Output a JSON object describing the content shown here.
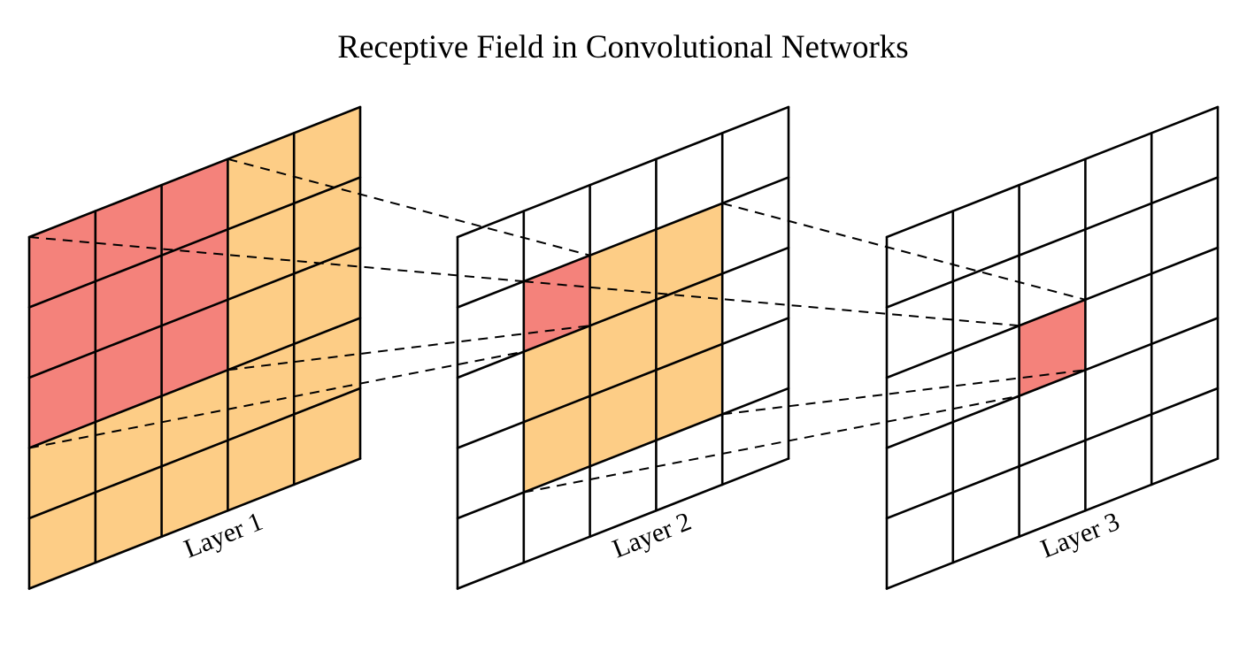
{
  "title": "Receptive Field in Convolutional Networks",
  "colors": {
    "receptive_highlight": "#f4827b",
    "field_fill": "#fdcd86",
    "empty_cell": "#ffffff",
    "line": "#000000"
  },
  "layers": [
    {
      "label": "Layer 1",
      "grid": [
        5,
        5
      ],
      "cells": [
        [
          "r",
          "r",
          "r",
          "o",
          "o"
        ],
        [
          "r",
          "r",
          "r",
          "o",
          "o"
        ],
        [
          "r",
          "r",
          "r",
          "o",
          "o"
        ],
        [
          "o",
          "o",
          "o",
          "o",
          "o"
        ],
        [
          "o",
          "o",
          "o",
          "o",
          "o"
        ]
      ]
    },
    {
      "label": "Layer 2",
      "grid": [
        5,
        5
      ],
      "cells": [
        [
          "w",
          "w",
          "w",
          "w",
          "w"
        ],
        [
          "w",
          "r",
          "o",
          "o",
          "w"
        ],
        [
          "w",
          "o",
          "o",
          "o",
          "w"
        ],
        [
          "w",
          "o",
          "o",
          "o",
          "w"
        ],
        [
          "w",
          "w",
          "w",
          "w",
          "w"
        ]
      ]
    },
    {
      "label": "Layer 3",
      "grid": [
        5,
        5
      ],
      "cells": [
        [
          "w",
          "w",
          "w",
          "w",
          "w"
        ],
        [
          "w",
          "w",
          "w",
          "w",
          "w"
        ],
        [
          "w",
          "w",
          "r",
          "w",
          "w"
        ],
        [
          "w",
          "w",
          "w",
          "w",
          "w"
        ],
        [
          "w",
          "w",
          "w",
          "w",
          "w"
        ]
      ]
    }
  ]
}
